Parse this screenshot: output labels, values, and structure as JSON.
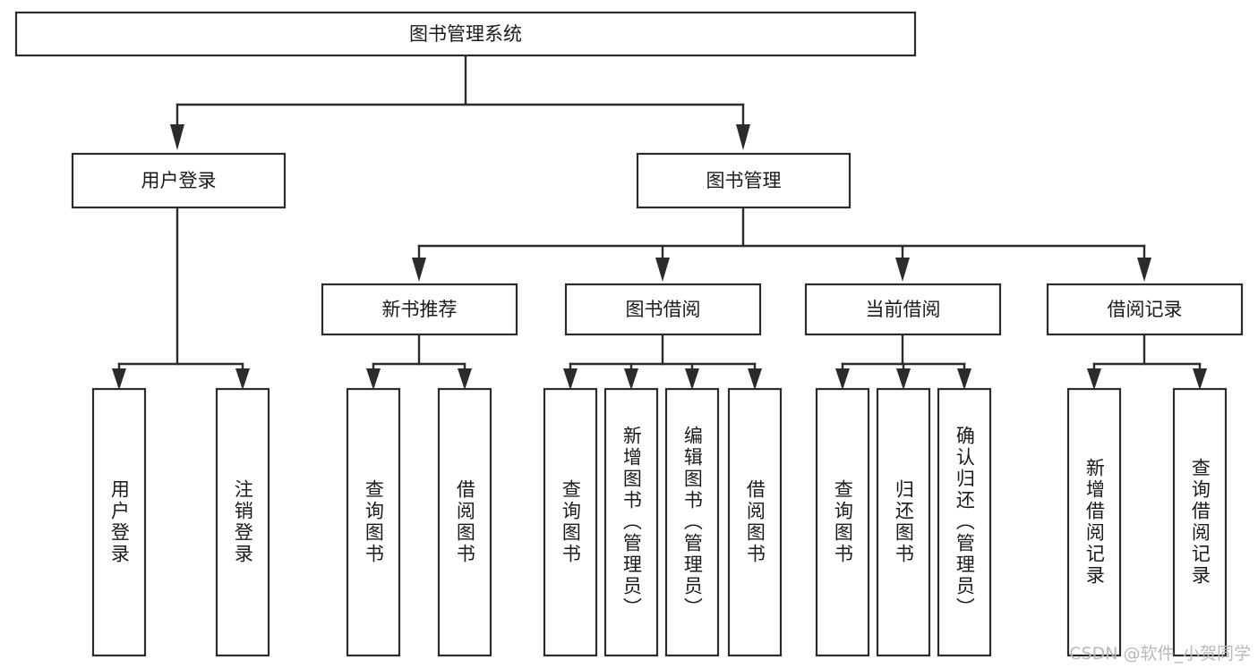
{
  "diagram": {
    "type": "tree",
    "title_node": {
      "id": "root",
      "label": "图书管理系统"
    },
    "level1": [
      {
        "id": "user-login",
        "label": "用户登录"
      },
      {
        "id": "book-management",
        "label": "图书管理"
      }
    ],
    "level2": [
      {
        "id": "new-book-recommend",
        "label": "新书推荐",
        "parent": "book-management"
      },
      {
        "id": "book-borrow",
        "label": "图书借阅",
        "parent": "book-management"
      },
      {
        "id": "current-borrow",
        "label": "当前借阅",
        "parent": "book-management"
      },
      {
        "id": "borrow-record",
        "label": "借阅记录",
        "parent": "book-management"
      }
    ],
    "leaves": [
      {
        "id": "leaf-user-login",
        "label": "用户登录",
        "parent": "user-login"
      },
      {
        "id": "leaf-logout",
        "label": "注销登录",
        "parent": "user-login"
      },
      {
        "id": "leaf-query-book-1",
        "label": "查询图书",
        "parent": "new-book-recommend"
      },
      {
        "id": "leaf-borrow-book-1",
        "label": "借阅图书",
        "parent": "new-book-recommend"
      },
      {
        "id": "leaf-query-book-2",
        "label": "查询图书",
        "parent": "book-borrow"
      },
      {
        "id": "leaf-add-book",
        "label": "新增图书（管理员）",
        "parent": "book-borrow"
      },
      {
        "id": "leaf-edit-book",
        "label": "编辑图书（管理员）",
        "parent": "book-borrow"
      },
      {
        "id": "leaf-borrow-book-2",
        "label": "借阅图书",
        "parent": "book-borrow"
      },
      {
        "id": "leaf-query-book-3",
        "label": "查询图书",
        "parent": "current-borrow"
      },
      {
        "id": "leaf-return-book",
        "label": "归还图书",
        "parent": "current-borrow"
      },
      {
        "id": "leaf-confirm-return",
        "label": "确认归还（管理员）",
        "parent": "current-borrow"
      },
      {
        "id": "leaf-add-record",
        "label": "新增借阅记录",
        "parent": "borrow-record"
      },
      {
        "id": "leaf-query-record",
        "label": "查询借阅记录",
        "parent": "borrow-record"
      }
    ],
    "colors": {
      "box_stroke": "#2b2b2b",
      "box_fill": "#ffffff",
      "text": "#1a1a1a",
      "connector": "#2b2b2b",
      "background": "#ffffff",
      "watermark": "#b9b9b9"
    }
  },
  "watermark": {
    "text": "CSDN @软件_小贺同学"
  }
}
